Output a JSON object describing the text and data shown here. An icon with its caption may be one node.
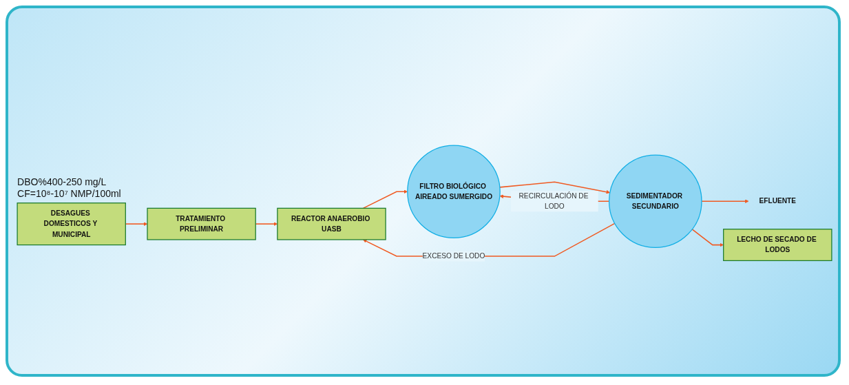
{
  "diagram": {
    "nodes": [
      {
        "text": [
          "DESAGUES DOMESTICOS Y MUNICIPAL"
        ],
        "beside": [
          "DBO%400-250 mg/L",
          "CF=10⁸-10⁷ NMP/100ml"
        ]
      },
      {
        "text": [
          "TRATAMIENTO PRELIMINAR"
        ]
      },
      {
        "text": [
          "REACTOR ANAEROBIO UASB"
        ]
      },
      {
        "text": [
          "FILTRO BIOLÓGICO AIREADO SUMERGIDO"
        ]
      },
      {
        "text": [
          "SEDIMENTADOR SECUNDARIO"
        ]
      },
      {
        "text": [
          "EFLUENTE"
        ]
      },
      {
        "text": [
          "LECHO DE SECADO DE LODOS"
        ]
      }
    ],
    "edges": [
      {
        "from": 0,
        "to": 1,
        "arrow": "to"
      },
      {
        "from": 1,
        "to": 2,
        "arrow": "to"
      },
      {
        "from": 2,
        "to": 3,
        "arrow": "to"
      },
      {
        "from": 3,
        "to": 4,
        "arrow": "to"
      },
      {
        "from": 4,
        "to": 5,
        "arrow": "to"
      },
      {
        "from": 4,
        "to": 6,
        "arrow": "to"
      },
      {
        "from": 4,
        "to": 2,
        "label": "EXCESO DE LODO",
        "arrow": "to"
      },
      {
        "from": 4,
        "to": 3,
        "label": "RECIRCULACIÓN DE LODO",
        "arrow": "to"
      }
    ]
  }
}
